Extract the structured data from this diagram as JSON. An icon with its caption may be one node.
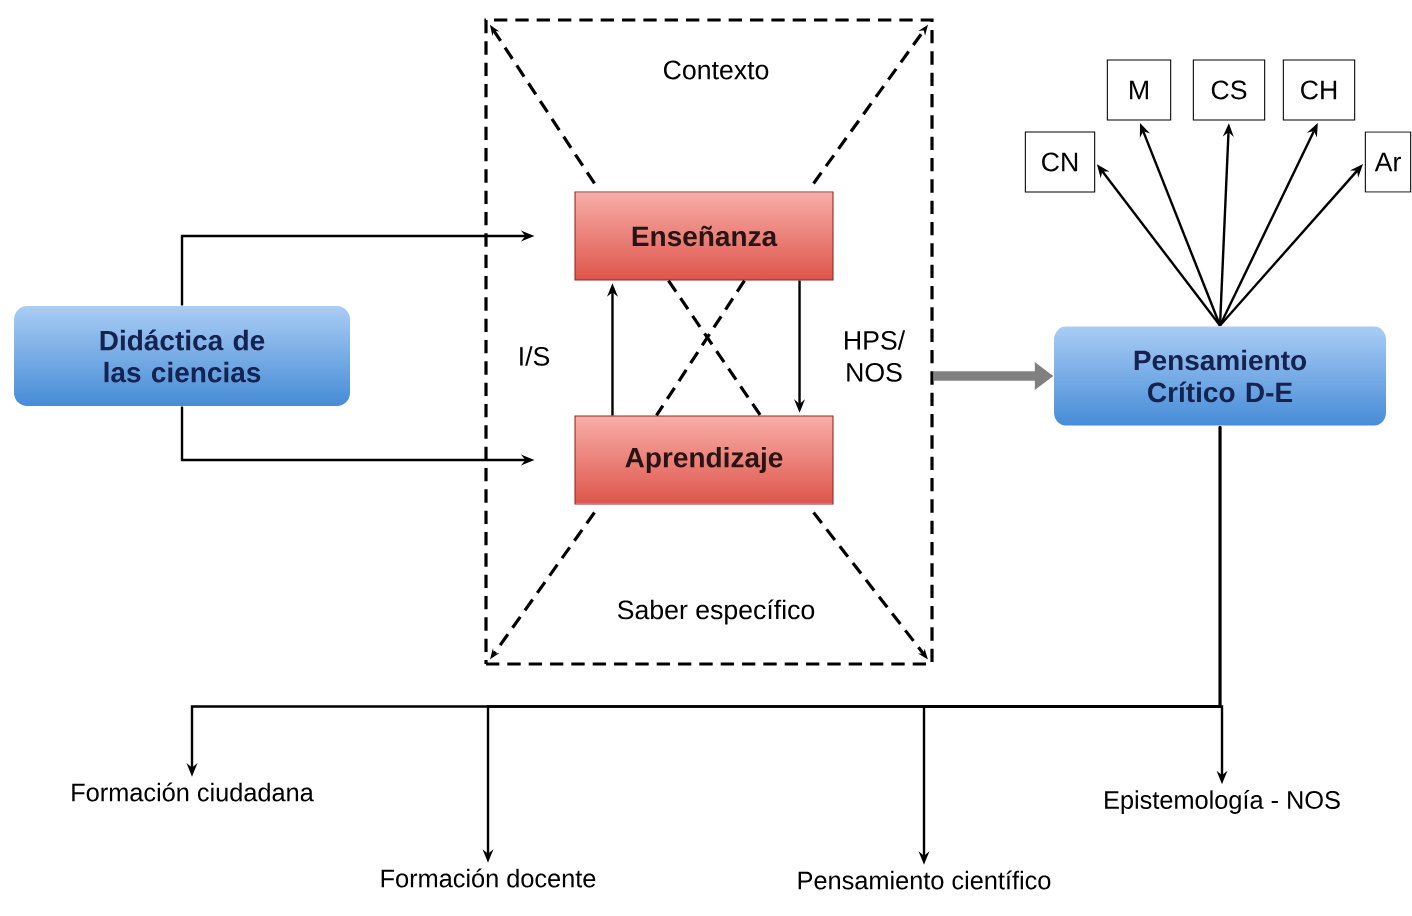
{
  "diagram": {
    "nodes": [
      {
        "text": [
          "Didáctica de las ciencias"
        ]
      },
      {
        "text": [
          "Contexto",
          "Saber específico"
        ]
      },
      {
        "text": [
          "Enseñanza"
        ],
        "in": 1
      },
      {
        "text": [
          "Aprendizaje"
        ],
        "in": 1
      },
      {
        "text": [
          "Pensamiento Crítico D-E"
        ]
      },
      {
        "text": [
          "CN"
        ]
      },
      {
        "text": [
          "M"
        ]
      },
      {
        "text": [
          "CS"
        ]
      },
      {
        "text": [
          "CH"
        ]
      },
      {
        "text": [
          "Ar"
        ]
      },
      {
        "text": [
          "Formación ciudadana"
        ]
      },
      {
        "text": [
          "Formación docente"
        ]
      },
      {
        "text": [
          "Pensamiento científico"
        ]
      },
      {
        "text": [
          "Epistemología - NOS"
        ]
      }
    ],
    "edges": [
      {
        "from": 0,
        "to": 2,
        "arrow": "to"
      },
      {
        "from": 0,
        "to": 3,
        "arrow": "to"
      },
      {
        "from": 3,
        "to": 2,
        "arrow": "to",
        "label": "I/S"
      },
      {
        "from": 2,
        "to": 3,
        "arrow": "to",
        "label": "HPS/ NOS"
      },
      {
        "from": 2,
        "to": 1,
        "arrow": "to",
        "style": "dashed"
      },
      {
        "from": 2,
        "to": 1,
        "arrow": "to",
        "style": "dashed"
      },
      {
        "from": 3,
        "to": 1,
        "arrow": "to",
        "style": "dashed"
      },
      {
        "from": 3,
        "to": 1,
        "arrow": "to",
        "style": "dashed"
      },
      {
        "from": 2,
        "to": 3,
        "arrow": "none",
        "style": "dashed"
      },
      {
        "from": 2,
        "to": 3,
        "arrow": "none",
        "style": "dashed"
      },
      {
        "from": 1,
        "to": 4,
        "arrow": "to",
        "style": "thick",
        "color": "#808080"
      },
      {
        "from": 4,
        "to": 5,
        "arrow": "to"
      },
      {
        "from": 4,
        "to": 6,
        "arrow": "to"
      },
      {
        "from": 4,
        "to": 7,
        "arrow": "to"
      },
      {
        "from": 4,
        "to": 8,
        "arrow": "to"
      },
      {
        "from": 4,
        "to": 9,
        "arrow": "to"
      },
      {
        "from": 4,
        "to": 10,
        "arrow": "to"
      },
      {
        "from": 4,
        "to": 11,
        "arrow": "to"
      },
      {
        "from": 4,
        "to": 12,
        "arrow": "to"
      },
      {
        "from": 4,
        "to": 13,
        "arrow": "to"
      }
    ]
  }
}
